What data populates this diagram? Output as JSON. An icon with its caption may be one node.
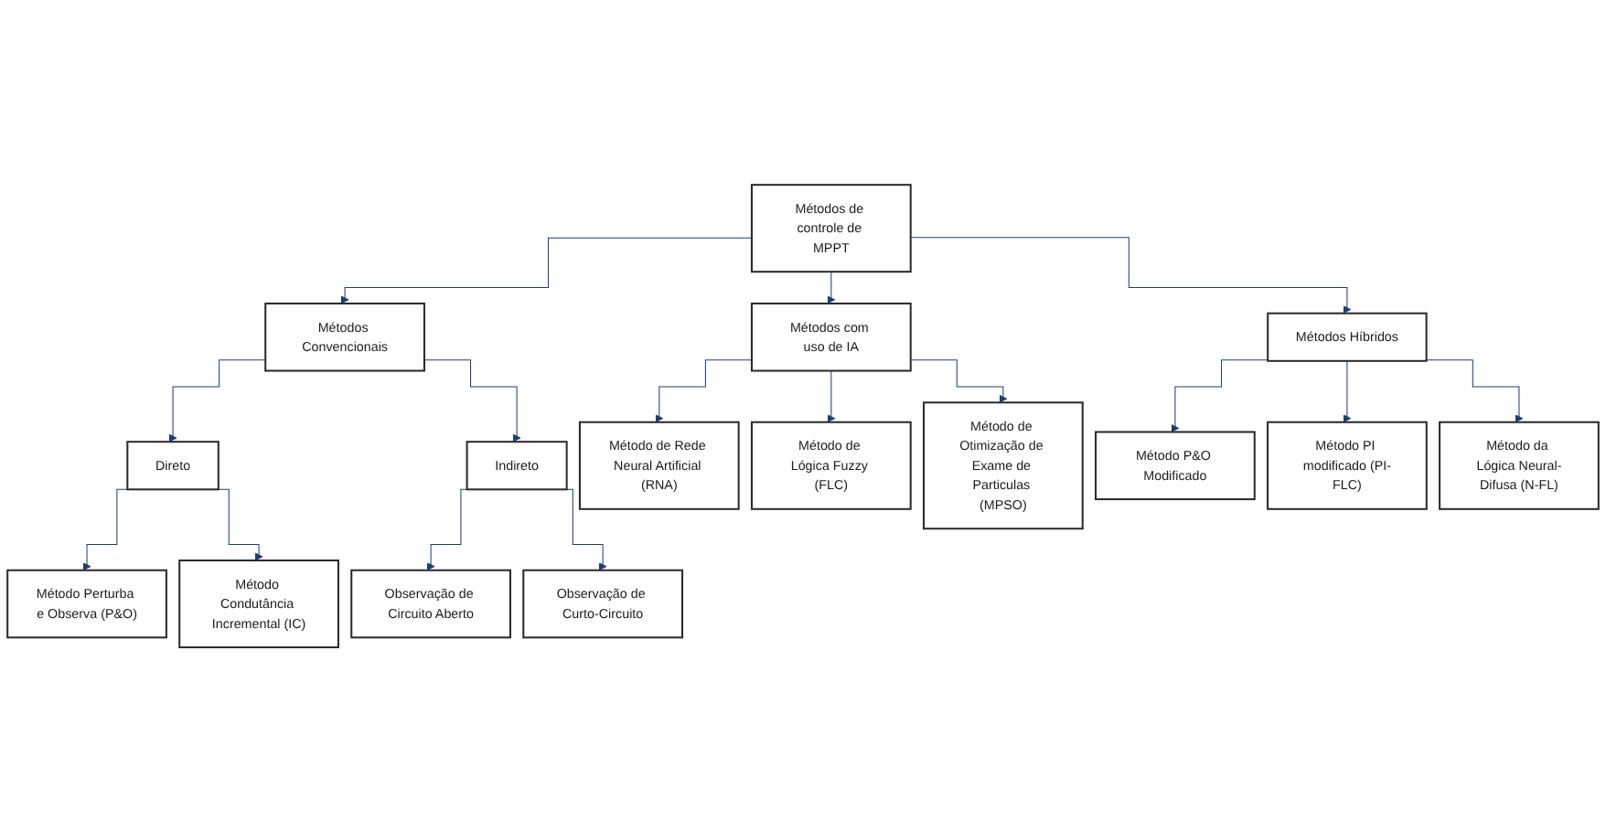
{
  "diagram": {
    "nodes": [
      {
        "text": [
          "Métodos de controle de MPPT"
        ]
      },
      {
        "text": [
          "Métodos Convencionais"
        ]
      },
      {
        "text": [
          "Métodos com uso de IA"
        ]
      },
      {
        "text": [
          "Métodos Híbridos"
        ]
      },
      {
        "text": [
          "Direto"
        ]
      },
      {
        "text": [
          "Indireto"
        ]
      },
      {
        "text": [
          "Método de Rede Neural Artificial (RNA)"
        ]
      },
      {
        "text": [
          "Método de Lógica Fuzzy (FLC)"
        ]
      },
      {
        "text": [
          "Método de Otimização de Exame de Particulas (MPSO)"
        ]
      },
      {
        "text": [
          "Método P&O Modificado"
        ]
      },
      {
        "text": [
          "Método PI modificado (PI-FLC)"
        ]
      },
      {
        "text": [
          "Método da Lógica Neural-Difusa (N-FL)"
        ]
      },
      {
        "text": [
          "Método Perturba e Observa (P&O)"
        ]
      },
      {
        "text": [
          "Método Condutância Incremental (IC)"
        ]
      },
      {
        "text": [
          "Observação de Circuito Aberto"
        ]
      },
      {
        "text": [
          "Observação de Curto-Circuito"
        ]
      }
    ],
    "edges": [
      {
        "from": 0,
        "to": 1,
        "arrow": "to"
      },
      {
        "from": 0,
        "to": 2,
        "arrow": "to"
      },
      {
        "from": 0,
        "to": 3,
        "arrow": "to"
      },
      {
        "from": 1,
        "to": 4,
        "arrow": "to"
      },
      {
        "from": 1,
        "to": 5,
        "arrow": "to"
      },
      {
        "from": 2,
        "to": 6,
        "arrow": "to"
      },
      {
        "from": 2,
        "to": 7,
        "arrow": "to"
      },
      {
        "from": 2,
        "to": 8,
        "arrow": "to"
      },
      {
        "from": 3,
        "to": 9,
        "arrow": "to"
      },
      {
        "from": 3,
        "to": 10,
        "arrow": "to"
      },
      {
        "from": 3,
        "to": 11,
        "arrow": "to"
      },
      {
        "from": 4,
        "to": 12,
        "arrow": "to"
      },
      {
        "from": 4,
        "to": 13,
        "arrow": "to"
      },
      {
        "from": 5,
        "to": 14,
        "arrow": "to"
      },
      {
        "from": 5,
        "to": 15,
        "arrow": "to"
      }
    ]
  }
}
